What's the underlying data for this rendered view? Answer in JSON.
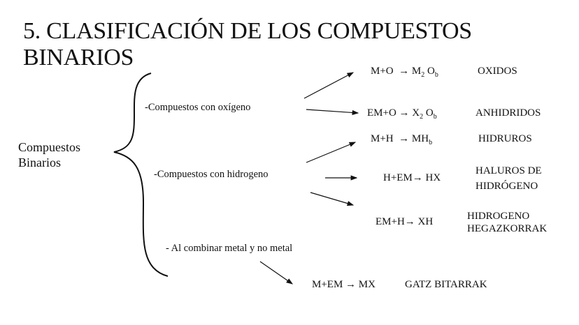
{
  "title": {
    "line1": "5. CLASIFICACIÓN DE LOS COMPUESTOS",
    "line2": "BINARIOS"
  },
  "root": {
    "line1": "Compuestos",
    "line2": "Binarios"
  },
  "branches": {
    "oxygen": "-Compuestos con oxígeno",
    "hydrogen": "-Compuestos con hidrogeno",
    "metal_nonmetal": "- Al combinar metal y no metal"
  },
  "formulas": {
    "oxidos": {
      "pre": "M+O  → M",
      "sub1": "2",
      "mid": " O",
      "sub2": "b",
      "name": "OXIDOS"
    },
    "anhidridos": {
      "pre": "EM+O → X",
      "sub1": "2",
      "mid": " O",
      "sub2": "b",
      "name": "ANHIDRIDOS"
    },
    "hidruros": {
      "pre": "M+H  → MH",
      "sub2": "b",
      "name": "HIDRUROS"
    },
    "haluros": {
      "formula": "H+EM→ HX",
      "name_line1": "HALUROS DE",
      "name_line2": "HIDRÓGENO"
    },
    "hegazkorrak": {
      "formula": "EM+H→ XH",
      "name_line1": "HIDROGENO",
      "name_line2": "HEGAZKORRAK"
    },
    "gatz": {
      "formula": "M+EM → MX",
      "name": "GATZ BITARRAK"
    }
  }
}
